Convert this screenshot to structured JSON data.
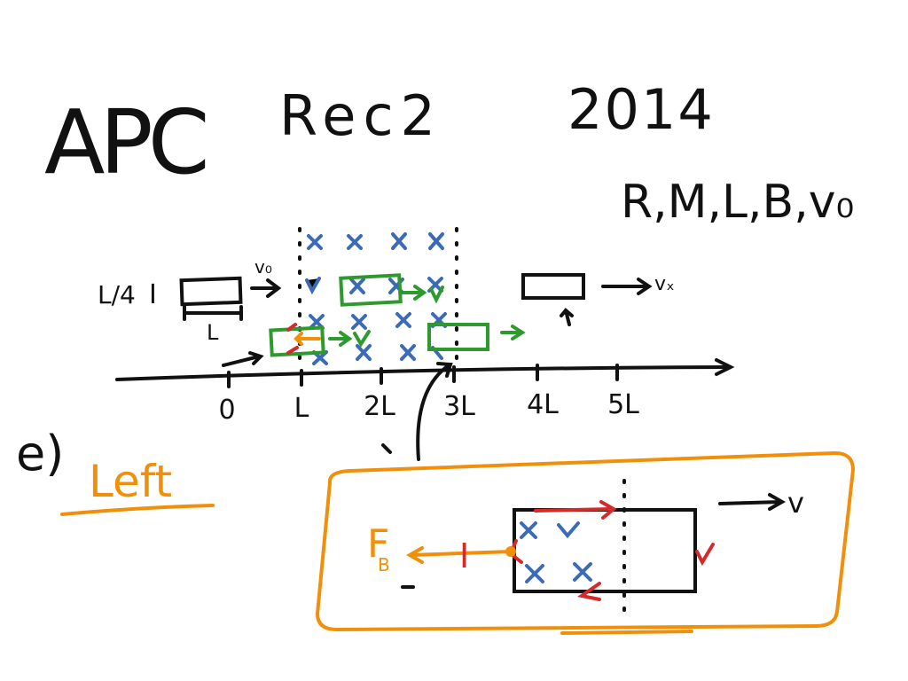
{
  "title": {
    "course": "APC",
    "topic": "Rec2",
    "year": "2014"
  },
  "givens": "R,M,L,B,v₀",
  "side_labels": {
    "length_fraction": "L/4",
    "current": "I",
    "loop_length": "L",
    "velocity_initial": "v₀",
    "velocity_final": "vₓ",
    "velocity_mid": "v"
  },
  "axis": {
    "ticks": [
      "0",
      "L",
      "2L",
      "3L",
      "4L",
      "5L"
    ]
  },
  "answer": {
    "part": "e)",
    "text": "Left"
  },
  "inset": {
    "velocity": "v",
    "force_label": "F",
    "force_subscript": "B",
    "current_label": "I"
  },
  "colors": {
    "ink": "#111111",
    "field": "#3b6bb5",
    "loop_green": "#2e9a2e",
    "current_red": "#d42a2a",
    "highlight_orange": "#f0900a"
  }
}
